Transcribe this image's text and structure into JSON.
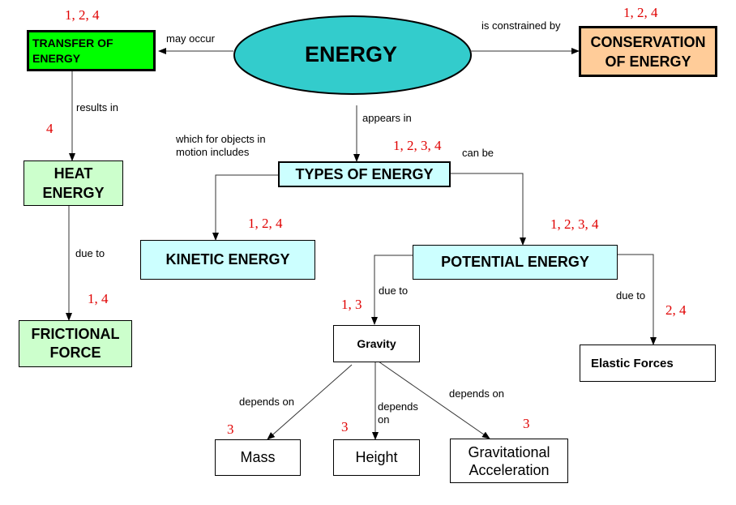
{
  "nodes": {
    "energy": "ENERGY",
    "transfer": "TRANSFER OF ENERGY",
    "conservation": "CONSERVATION OF ENERGY",
    "heat": "HEAT ENERGY",
    "frictional": "FRICTIONAL FORCE",
    "types": "TYPES OF ENERGY",
    "kinetic": "KINETIC ENERGY",
    "potential": "POTENTIAL ENERGY",
    "gravity": "Gravity",
    "elastic": "Elastic Forces",
    "mass": "Mass",
    "height": "Height",
    "grav_accel": "Gravitational Acceleration"
  },
  "links": {
    "may_occur": "may occur",
    "constrained": "is constrained by",
    "results_in": "results in",
    "appears_in": "appears in",
    "motion_includes": "which for objects in motion includes",
    "can_be": "can be",
    "due_to_friction": "due to",
    "due_to_gravity": "due to",
    "due_to_elastic": "due to",
    "depends_mass": "depends on",
    "depends_height": "depends on",
    "depends_grav": "depends on"
  },
  "numbers": {
    "transfer": "1, 2, 4",
    "conservation": "1, 2, 4",
    "heat": "4",
    "frictional": "1, 4",
    "types": "1, 2, 3, 4",
    "kinetic": "1, 2, 4",
    "potential": "1, 2, 3, 4",
    "gravity": "1, 3",
    "elastic": "2, 4",
    "mass": "3",
    "height": "3",
    "grav_accel": "3"
  },
  "colors": {
    "energy_fill": "#33cccc",
    "transfer_fill": "#00ff00",
    "conservation_fill": "#ffcc99",
    "heat_fill": "#ccffcc",
    "types_fill": "#ccffff",
    "number_red": "#e00000"
  }
}
